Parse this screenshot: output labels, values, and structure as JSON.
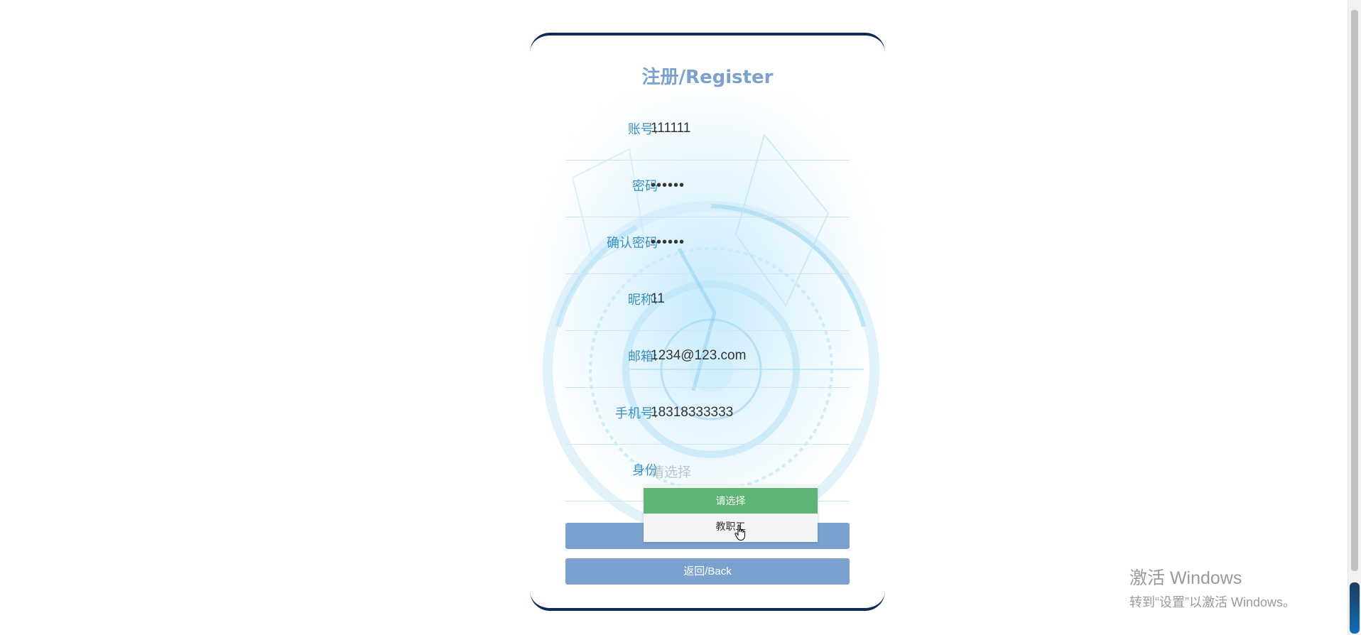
{
  "register": {
    "title": "注册/Register",
    "fields": [
      {
        "label": "账号:",
        "value": "111111",
        "type": "text"
      },
      {
        "label": "密码",
        "value": "••••••",
        "type": "password"
      },
      {
        "label": "确认密码",
        "value": "••••••",
        "type": "password"
      },
      {
        "label": "昵称:",
        "value": "11",
        "type": "text"
      },
      {
        "label": "邮箱:",
        "value": "1234@123.com",
        "type": "text"
      },
      {
        "label": "手机号:",
        "value": "18318333333",
        "type": "text"
      }
    ],
    "identity": {
      "label": "身份",
      "placeholder": "请选择"
    },
    "dropdown": {
      "options": [
        "请选择",
        "教职工"
      ],
      "highlighted": "请选择"
    },
    "register_button": "",
    "back_button": "返回/Back"
  },
  "watermark": {
    "line1": "激活 Windows",
    "line2": "转到“设置”以激活 Windows。"
  },
  "colors": {
    "accent": "#7ba1ce",
    "label": "#3a8fc8",
    "frame": "#0d2b55",
    "option_selected": "#5cb574"
  }
}
